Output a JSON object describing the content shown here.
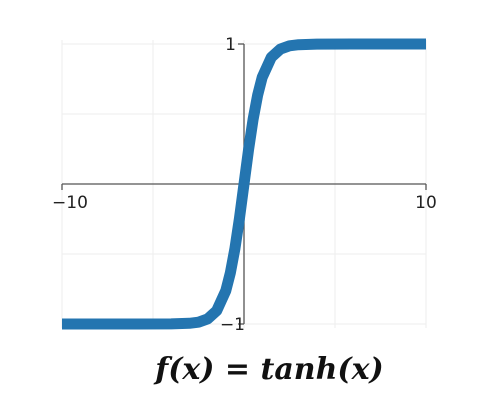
{
  "chart_data": {
    "type": "line",
    "title": "",
    "xlabel": "",
    "ylabel": "",
    "xlim": [
      -10,
      10
    ],
    "ylim": [
      -1,
      1
    ],
    "grid": true,
    "legend": "none",
    "x_tick_labels": [
      "−10",
      "10"
    ],
    "y_tick_labels": [
      "1",
      "−1"
    ],
    "series": [
      {
        "color": "#2475b0",
        "x": [
          -10,
          -8,
          -6,
          -4,
          -3,
          -2.5,
          -2,
          -1.5,
          -1,
          -0.75,
          -0.5,
          -0.25,
          0,
          0.25,
          0.5,
          0.75,
          1,
          1.5,
          2,
          2.5,
          3,
          4,
          6,
          8,
          10
        ],
        "y": [
          -1.0,
          -1.0,
          -1.0,
          -0.999,
          -0.995,
          -0.987,
          -0.964,
          -0.905,
          -0.762,
          -0.635,
          -0.462,
          -0.245,
          0.0,
          0.245,
          0.462,
          0.635,
          0.762,
          0.905,
          0.964,
          0.987,
          0.995,
          0.999,
          1.0,
          1.0,
          1.0
        ]
      }
    ]
  },
  "formula": "f(x) = tanh(x)"
}
